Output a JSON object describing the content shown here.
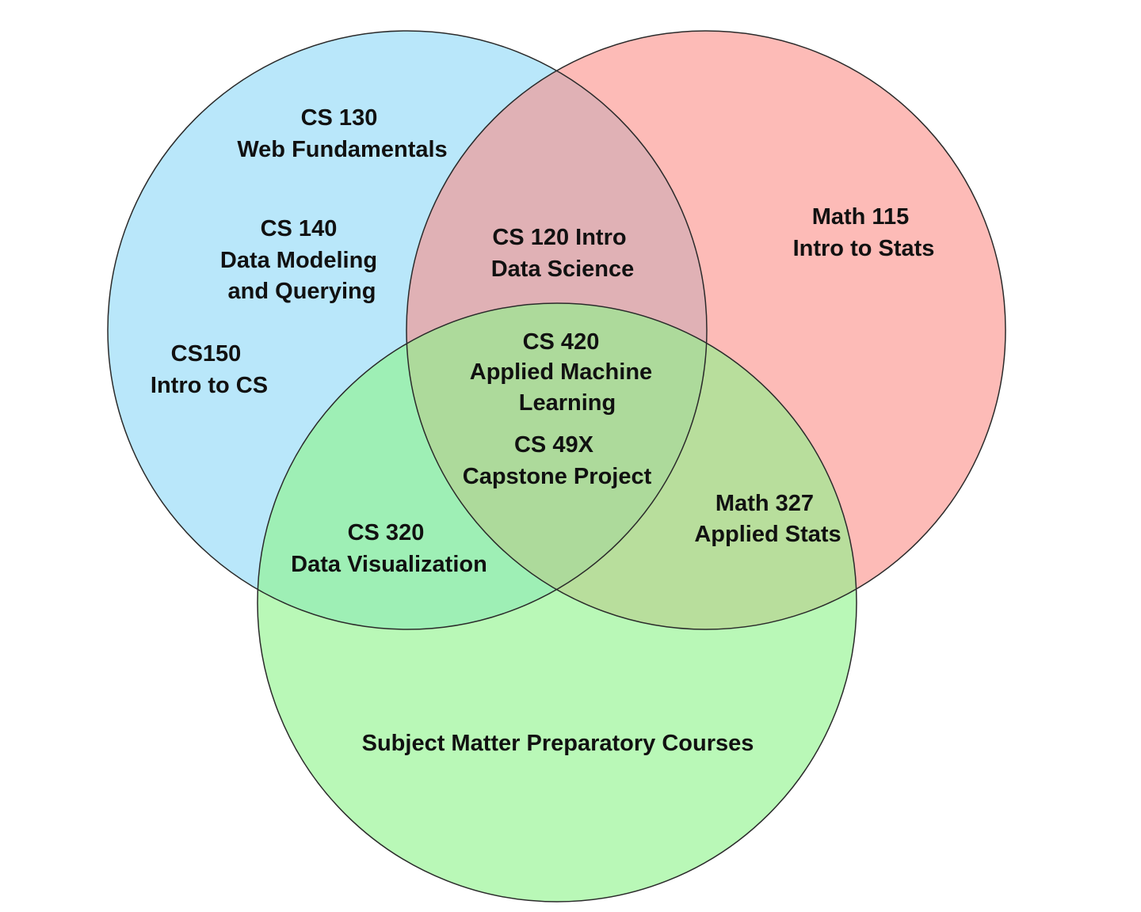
{
  "colors": {
    "computer_science": "#87d6f7",
    "statistics": "#fb8a83",
    "preparatory": "#8ef48a",
    "outline": "#2a2a2a",
    "text": "#111111"
  },
  "circles": [
    {
      "id": "computer_science",
      "color_key": "computer_science"
    },
    {
      "id": "statistics",
      "color_key": "statistics"
    },
    {
      "id": "preparatory",
      "color_key": "preparatory"
    }
  ],
  "labels": {
    "cs130": [
      "CS 130",
      "Web Fundamentals"
    ],
    "cs140": [
      "CS 140",
      "Data Modeling",
      "and Querying"
    ],
    "cs150": [
      "CS150",
      "Intro to CS"
    ],
    "cs120": [
      "CS 120 Intro",
      "Data Science"
    ],
    "math115": [
      "Math 115",
      "Intro to Stats"
    ],
    "cs420": [
      "CS 420",
      "Applied Machine",
      "Learning"
    ],
    "cs49x": [
      "CS 49X",
      "Capstone Project"
    ],
    "math327": [
      "Math 327",
      "Applied Stats"
    ],
    "cs320": [
      "CS 320",
      "Data Visualization"
    ],
    "subject_matter": [
      "Subject Matter Preparatory Courses"
    ]
  }
}
